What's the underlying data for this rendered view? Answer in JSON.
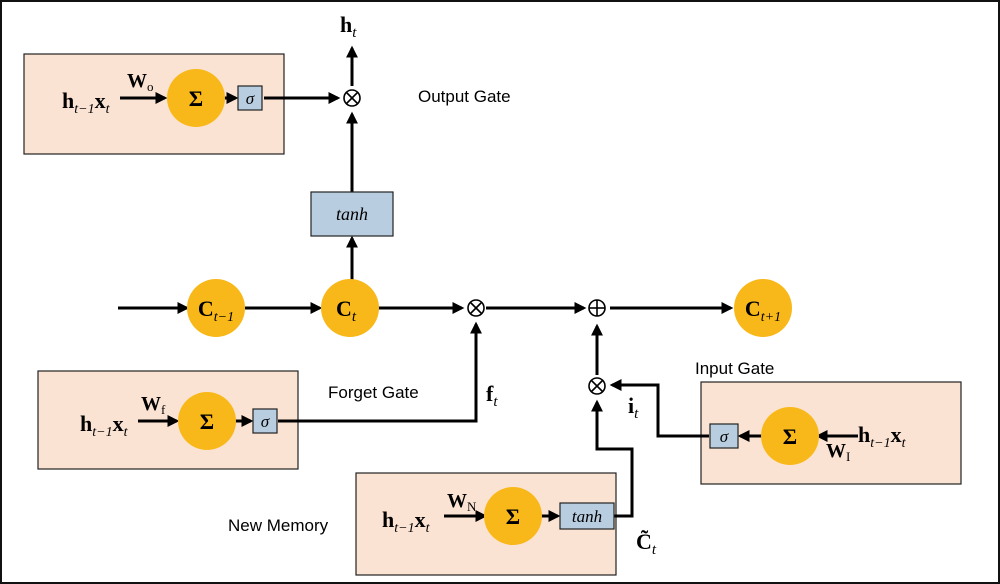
{
  "labels": {
    "output_gate": "Output Gate",
    "forget_gate": "Forget Gate",
    "input_gate": "Input Gate",
    "new_memory": "New Memory"
  },
  "symbols": {
    "sum": "Σ",
    "sigma": "σ",
    "tanh": "tanh",
    "h": "h",
    "x": "x",
    "W": "W",
    "C": "C",
    "C_tilde": "C̃",
    "f": "f",
    "i": "i",
    "t": "t",
    "t_minus_1": "t−1",
    "t_plus_1": "t+1",
    "sub_o": "o",
    "sub_f": "f",
    "sub_N": "N",
    "sub_I": "I"
  }
}
